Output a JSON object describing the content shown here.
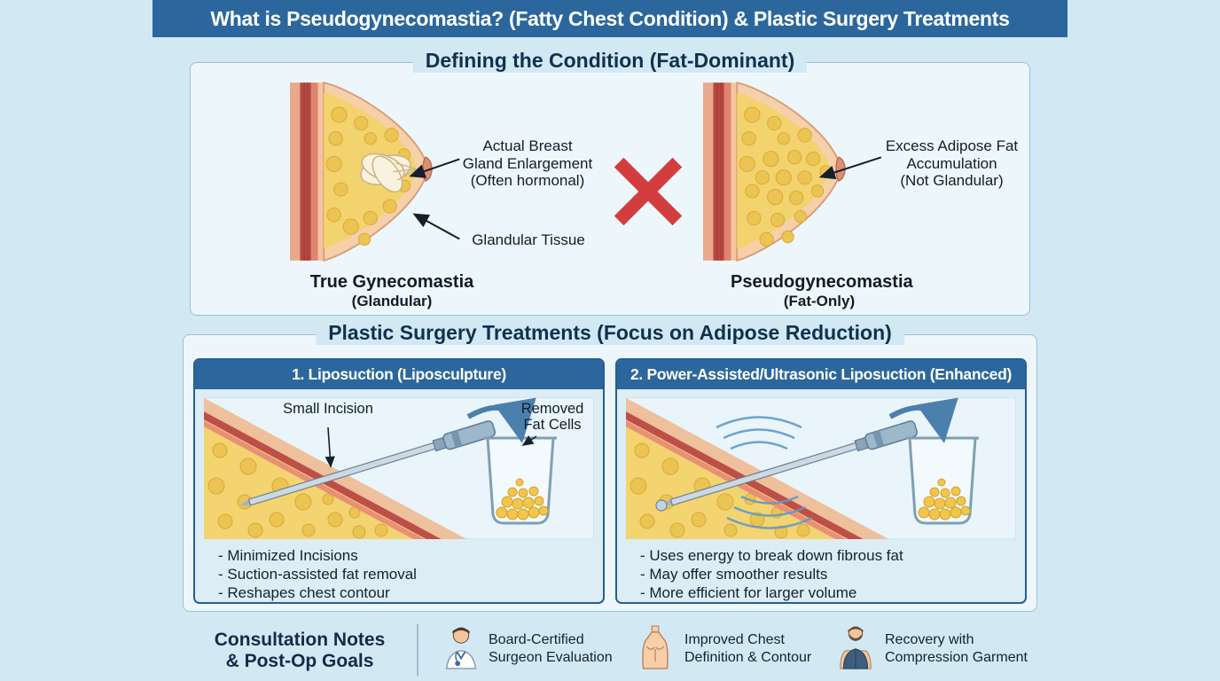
{
  "header": {
    "title": "What is Pseudogynecomastia? (Fatty Chest Condition) & Plastic Surgery Treatments"
  },
  "defining": {
    "title": "Defining the Condition (Fat-Dominant)",
    "true_gyneco": {
      "annotation1": "Actual Breast\nGland Enlargement\n(Often hormonal)",
      "annotation2": "Glandular Tissue",
      "caption": "True Gynecomastia",
      "caption_sub": "(Glandular)"
    },
    "pseudo": {
      "annotation1": "Excess Adipose Fat\nAccumulation\n(Not Glandular)",
      "caption": "Pseudogynecomastia",
      "caption_sub": "(Fat-Only)"
    }
  },
  "treatments": {
    "title": "Plastic Surgery Treatments (Focus on Adipose Reduction)",
    "cards": [
      {
        "header": "1. Liposuction (Liposculpture)",
        "label_incision": "Small Incision",
        "label_removed": "Removed\nFat Cells",
        "bullets": [
          "- Minimized Incisions",
          "- Suction-assisted fat removal",
          "- Reshapes chest contour"
        ]
      },
      {
        "header": "2. Power-Assisted/Ultrasonic Liposuction (Enhanced)",
        "bullets": [
          "- Uses energy to break down fibrous fat",
          "- May offer smoother results",
          "- More efficient for larger volume"
        ]
      }
    ]
  },
  "footer": {
    "title": "Consultation Notes\n& Post-Op Goals",
    "items": [
      {
        "icon": "surgeon-icon",
        "label": "Board-Certified\nSurgeon Evaluation"
      },
      {
        "icon": "chest-contour-icon",
        "label": "Improved Chest\nDefinition & Contour"
      },
      {
        "icon": "compression-garment-icon",
        "label": "Recovery with\nCompression Garment"
      }
    ]
  },
  "colors": {
    "page_bg": "#d2e9f4",
    "header_bg": "#2b679c",
    "panel_border": "#97c2d9",
    "card_border": "#265e92",
    "accent_red": "#d43d3d",
    "fat_yellow": "#f2d36e",
    "text_dark": "#14283c"
  }
}
